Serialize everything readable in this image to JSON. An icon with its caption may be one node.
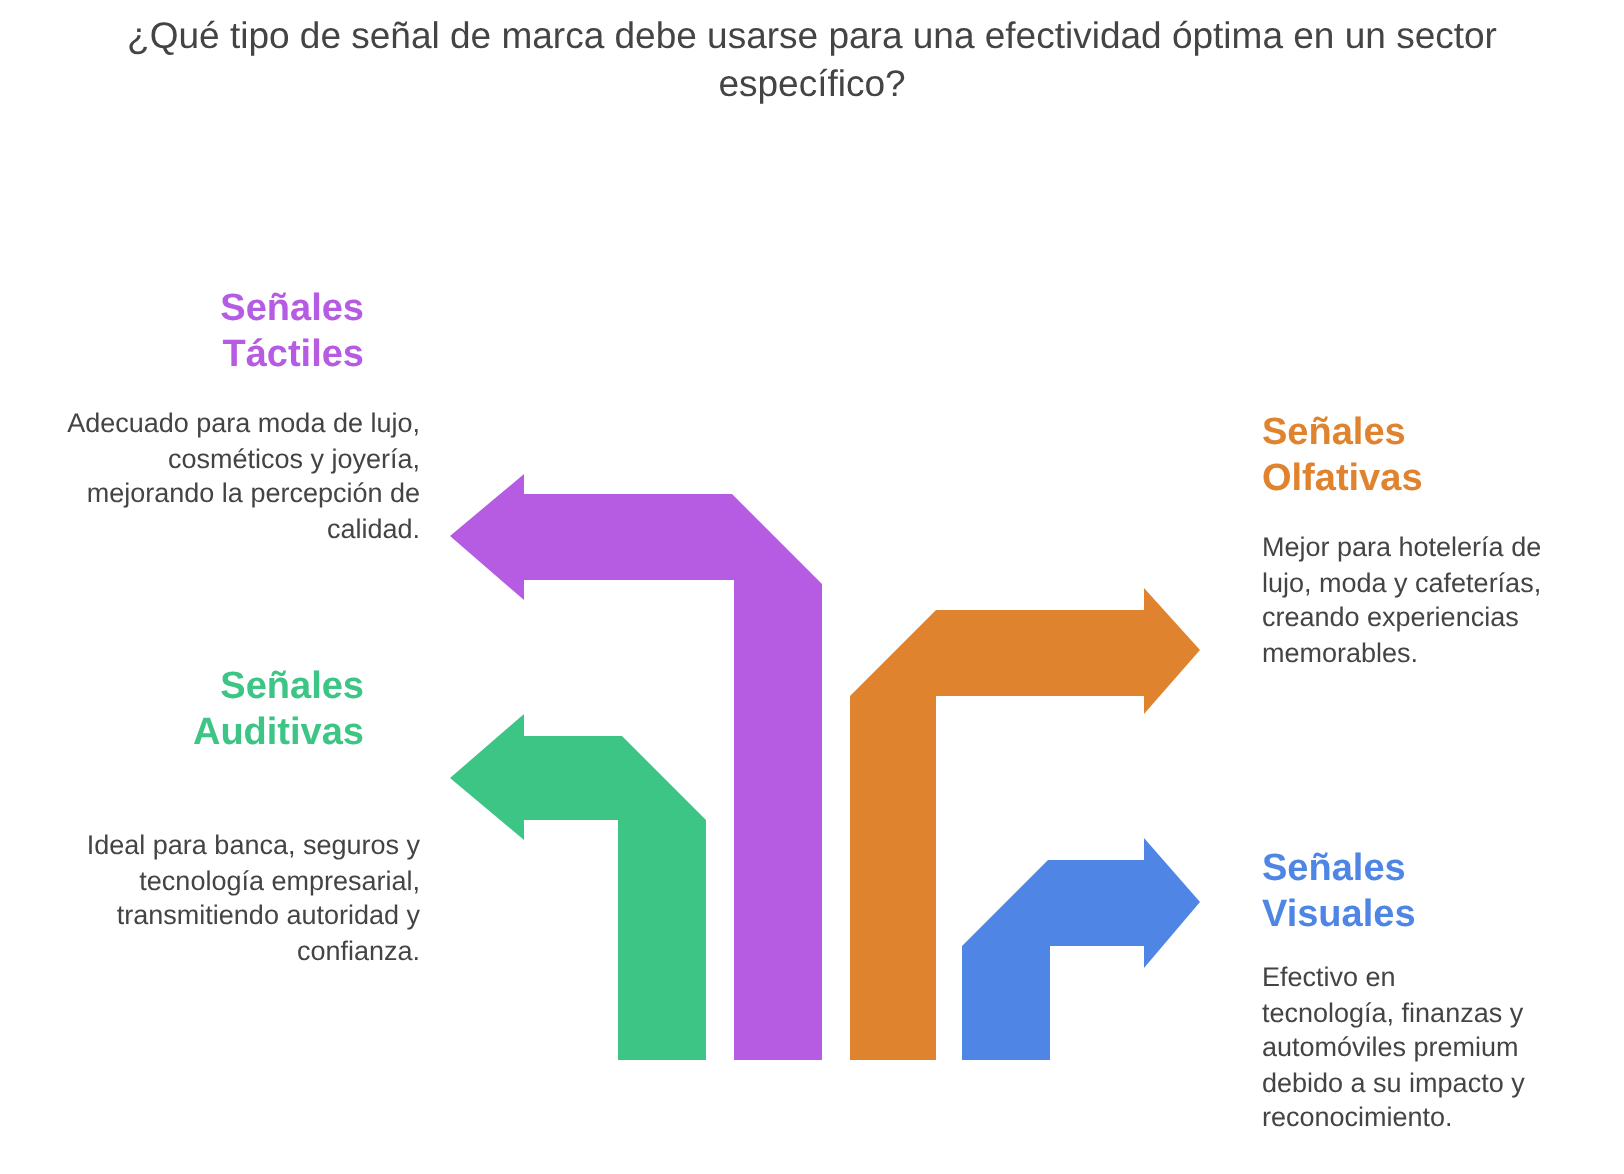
{
  "diagram": {
    "title": "¿Qué tipo de señal de marca debe usarse para una efectividad óptima en un sector específico?",
    "labels": [
      "Señales Táctiles",
      "Adecuado para moda de lujo, cosméticos y joyería, mejorando la percepción de calidad.",
      "Señales Olfativas",
      "Mejor para hotelería de lujo, moda y cafeterías, creando experiencias memorables.",
      "Señales Auditivas",
      "Ideal para banca, seguros y tecnología empresarial, transmitiendo autoridad y confianza.",
      "Señales Visuales",
      "Efectivo en tecnología, finanzas y automóviles premium debido a su impacto y reconocimiento."
    ]
  }
}
